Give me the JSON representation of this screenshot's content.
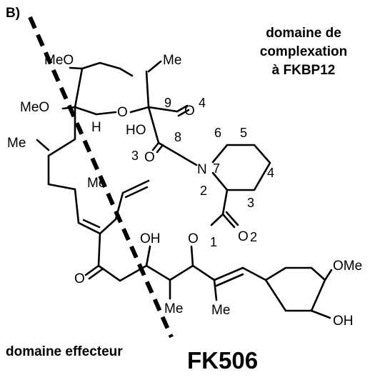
{
  "figure": {
    "panel_label": "B)",
    "compound_name": "FK506",
    "region_labels": {
      "top_line1": "domaine de",
      "top_line2": "complexation",
      "top_line3": "à FKBP12",
      "bottom": "domaine effecteur"
    },
    "atom_labels": {
      "meo_top": "MeO",
      "me_top_right": "Me",
      "meo_left": "MeO",
      "o_ring": "O",
      "h_ring": "H",
      "ho_ring": "HO",
      "o_c9": "O",
      "me_left": "Me",
      "me_mid": "Me",
      "o_ketone": "O",
      "oh_chain": "OH",
      "o_ester": "O",
      "o_ester_carbonyl": "O",
      "n_ring": "N",
      "o_c8": "O",
      "me_bottom_1": "Me",
      "me_bottom_2": "Me",
      "ome_right": "OMe",
      "oh_right": "OH"
    },
    "numbering": [
      "1",
      "2",
      "3",
      "4",
      "5",
      "6",
      "7",
      "8",
      "9",
      "2",
      "3",
      "4"
    ]
  }
}
